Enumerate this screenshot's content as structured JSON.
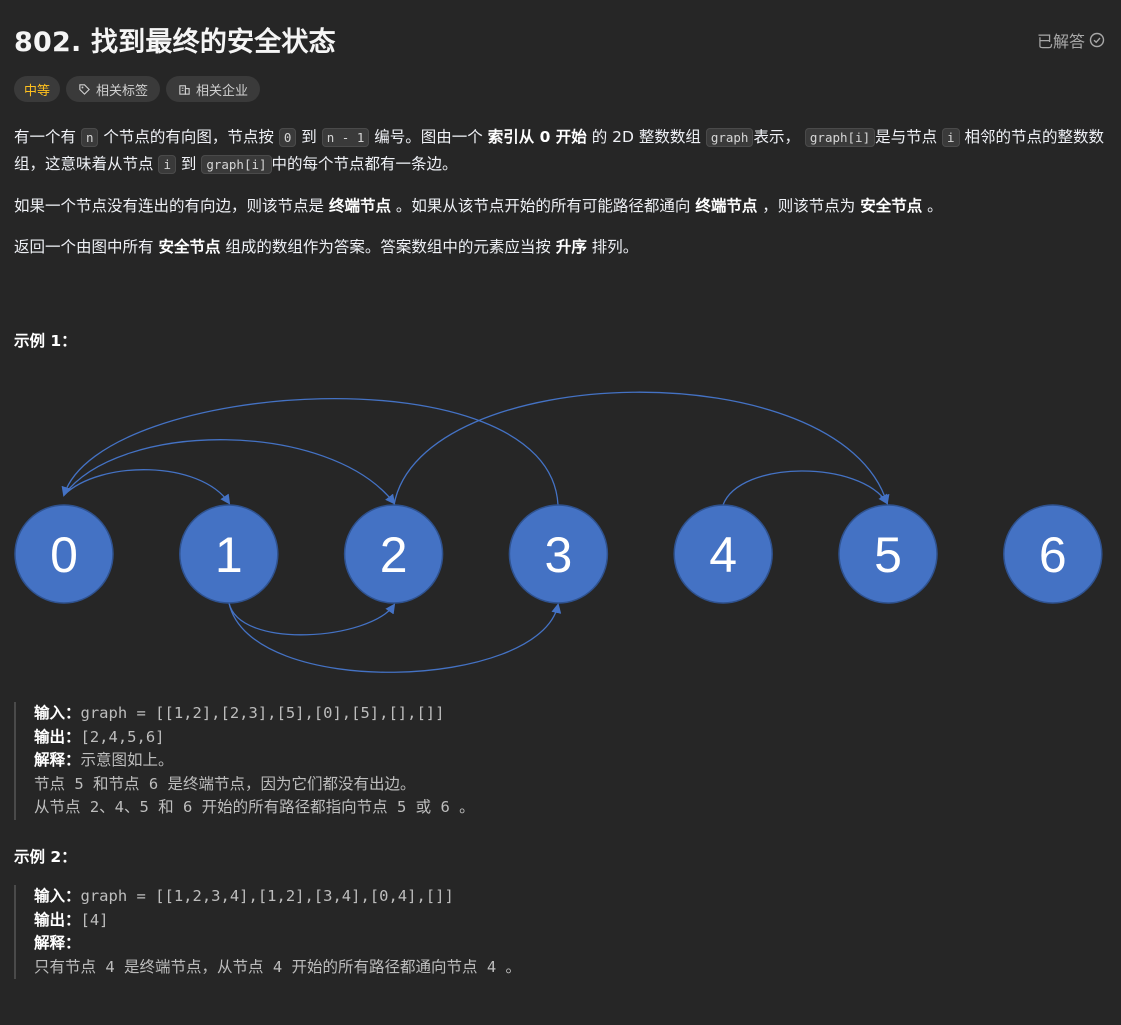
{
  "problem": {
    "title": "802. 找到最终的安全状态",
    "status": "已解答",
    "difficulty": "中等",
    "tags": [
      "相关标签",
      "相关企业"
    ]
  },
  "desc": {
    "p1_a": "有一个有 ",
    "p1_code_n": "n",
    "p1_b": " 个节点的有向图，节点按 ",
    "p1_code_0": "0",
    "p1_c": " 到 ",
    "p1_code_n1": "n - 1",
    "p1_d": " 编号。图由一个 ",
    "p1_bold": "索引从 0 开始",
    "p1_e": " 的 2D 整数数组 ",
    "p1_code_graph": "graph",
    "p1_f": "表示， ",
    "p1_code_graphi": "graph[i]",
    "p1_g": "是与节点 ",
    "p1_code_i": "i",
    "p1_h": " 相邻的节点的整数数组，这意味着从节点 ",
    "p1_code_i2": "i",
    "p1_i": " 到 ",
    "p1_code_graphi2": "graph[i]",
    "p1_j": "中的每个节点都有一条边。",
    "p2_a": "如果一个节点没有连出的有向边，则该节点是 ",
    "p2_b1": "终端节点",
    "p2_b": " 。如果从该节点开始的所有可能路径都通向 ",
    "p2_b2": "终端节点",
    "p2_c": " ，则该节点为 ",
    "p2_b3": "安全节点",
    "p2_d": " 。",
    "p3_a": "返回一个由图中所有 ",
    "p3_b1": "安全节点",
    "p3_b": " 组成的数组作为答案。答案数组中的元素应当按 ",
    "p3_b2": "升序",
    "p3_c": " 排列。"
  },
  "example1": {
    "title": "示例 1：",
    "input_label": "输入：",
    "input": "graph = [[1,2],[2,3],[5],[0],[5],[],[]]",
    "output_label": "输出：",
    "output": "[2,4,5,6]",
    "explain_label": "解释：",
    "explain": "示意图如上。",
    "line2": "节点 5 和节点 6 是终端节点，因为它们都没有出边。",
    "line3": "从节点 2、4、5 和 6 开始的所有路径都指向节点 5 或 6 。"
  },
  "example2": {
    "title": "示例 2：",
    "input_label": "输入：",
    "input": "graph = [[1,2,3,4],[1,2],[3,4],[0,4],[]]",
    "output_label": "输出：",
    "output": "[4]",
    "explain_label": "解释：",
    "line1": "只有节点 4 是终端节点，从节点 4 开始的所有路径都通向节点 4 。"
  },
  "graph": {
    "nodes": [
      "0",
      "1",
      "2",
      "3",
      "4",
      "5",
      "6"
    ],
    "edges": [
      [
        0,
        1
      ],
      [
        0,
        2
      ],
      [
        1,
        2
      ],
      [
        1,
        3
      ],
      [
        2,
        5
      ],
      [
        3,
        0
      ],
      [
        4,
        5
      ]
    ],
    "node_color": "#4472c4",
    "edge_color": "#4472c4"
  },
  "colors": {
    "background": "#262626",
    "difficulty": "#ffc01e"
  }
}
